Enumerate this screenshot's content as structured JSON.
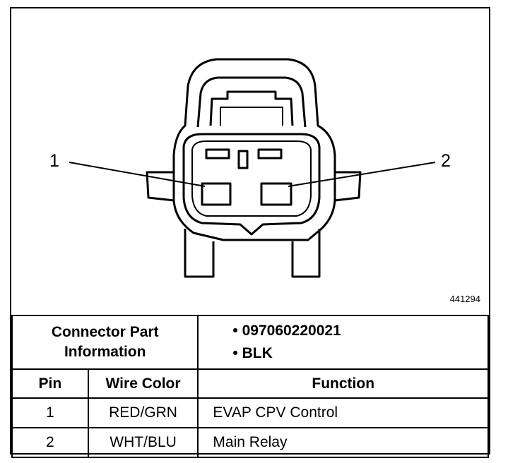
{
  "diagram": {
    "callout_left": "1",
    "callout_right": "2",
    "figure_number": "441294"
  },
  "connector_info": {
    "label": "Connector Part Information",
    "part_number": "• 097060220021",
    "color": "• BLK"
  },
  "table": {
    "headers": [
      "Pin",
      "Wire Color",
      "Function"
    ],
    "rows": [
      {
        "pin": "1",
        "wire_color": "RED/GRN",
        "function": "EVAP CPV Control"
      },
      {
        "pin": "2",
        "wire_color": "WHT/BLU",
        "function": "Main Relay"
      }
    ]
  }
}
